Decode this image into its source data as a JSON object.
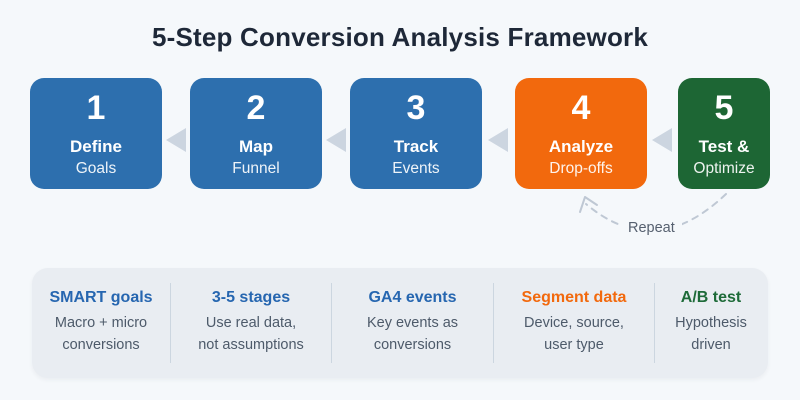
{
  "title": "5-Step Conversion Analysis Framework",
  "colors": {
    "background": "#f5f8fb",
    "step_blue": "#2d6fae",
    "step_orange": "#f2690d",
    "step_green": "#1d6634",
    "arrow_gray": "#ccd5e0",
    "panel_background": "#e9edf2",
    "divider": "#ccd6e0",
    "title_text": "#1e2838",
    "body_text": "#4d5a6a",
    "heading_blue": "#2666b0",
    "heading_orange": "#f2690d",
    "heading_green": "#1e6b39",
    "repeat_dash": "#bfc8d4"
  },
  "steps": [
    {
      "number": "1",
      "label": "Define",
      "sublabel": "Goals",
      "color": "blue"
    },
    {
      "number": "2",
      "label": "Map",
      "sublabel": "Funnel",
      "color": "blue"
    },
    {
      "number": "3",
      "label": "Track",
      "sublabel": "Events",
      "color": "blue"
    },
    {
      "number": "4",
      "label": "Analyze",
      "sublabel": "Drop-offs",
      "color": "orange"
    },
    {
      "number": "5",
      "label": "Test &",
      "sublabel": "Optimize",
      "color": "green"
    }
  ],
  "repeat_label": "Repeat",
  "notes": [
    {
      "heading": "SMART goals",
      "line1": "Macro + micro",
      "line2": "conversions",
      "color": "blue"
    },
    {
      "heading": "3-5 stages",
      "line1": "Use real data,",
      "line2": "not assumptions",
      "color": "blue"
    },
    {
      "heading": "GA4 events",
      "line1": "Key events as",
      "line2": "conversions",
      "color": "blue"
    },
    {
      "heading": "Segment data",
      "line1": "Device, source,",
      "line2": "user type",
      "color": "orange"
    },
    {
      "heading": "A/B test",
      "line1": "Hypothesis",
      "line2": "driven",
      "color": "green"
    }
  ]
}
